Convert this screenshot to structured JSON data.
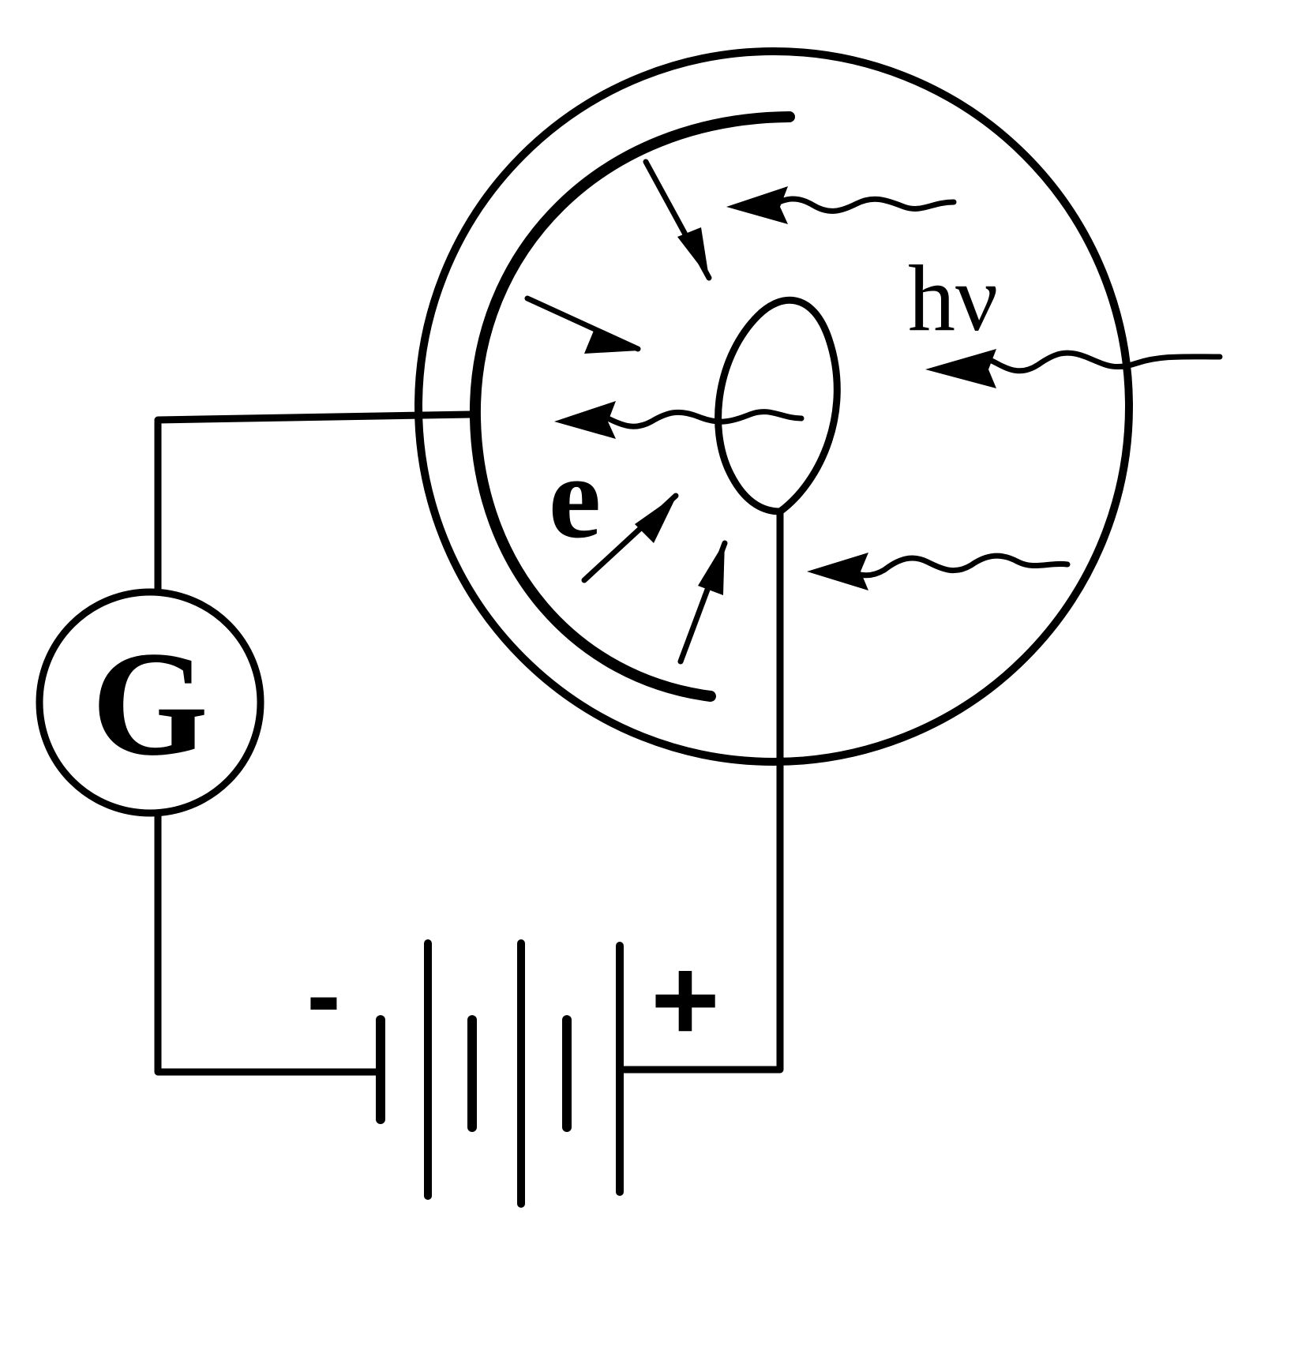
{
  "labels": {
    "photon": "hν",
    "electron": "e",
    "galvanometer": "G",
    "battery_negative": "-",
    "battery_positive": "+"
  },
  "colors": {
    "stroke": "#000000",
    "background": "#ffffff"
  }
}
